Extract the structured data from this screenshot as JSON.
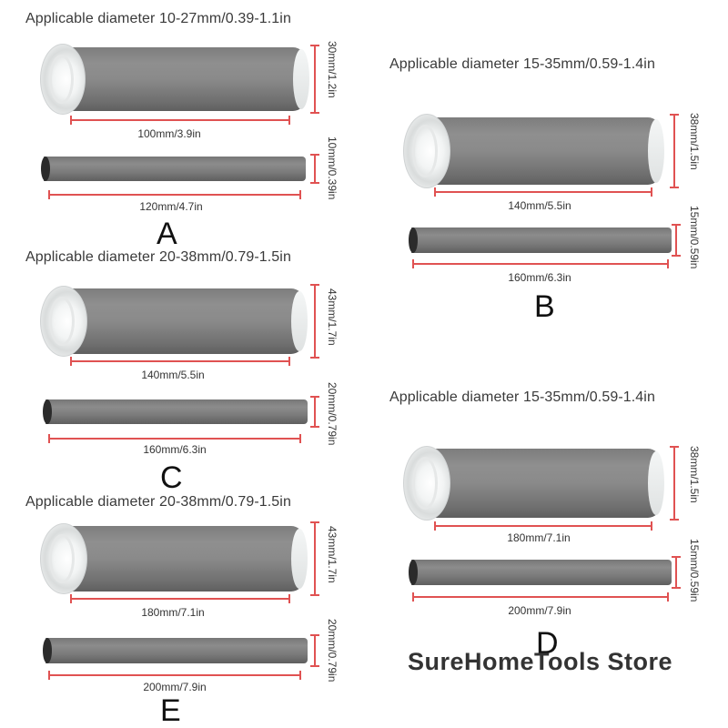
{
  "store_name": "SureHomeTools Store",
  "colors": {
    "dimension_line": "#e05252",
    "sleeve_gray": "#8a8a8a",
    "cap_white": "#f2f4f4"
  },
  "options": [
    {
      "letter": "A",
      "applicable_diameter": "Applicable diameter 10-27mm/0.39-1.1in",
      "tube": {
        "length": "100mm/3.9in",
        "diameter": "30mm/1.2in"
      },
      "rod": {
        "length": "120mm/4.7in",
        "diameter": "10mm/0.39in"
      }
    },
    {
      "letter": "B",
      "applicable_diameter": "Applicable diameter 15-35mm/0.59-1.4in",
      "tube": {
        "length": "140mm/5.5in",
        "diameter": "38mm/1.5in"
      },
      "rod": {
        "length": "160mm/6.3in",
        "diameter": "15mm/0.59in"
      }
    },
    {
      "letter": "C",
      "applicable_diameter": "Applicable diameter 20-38mm/0.79-1.5in",
      "tube": {
        "length": "140mm/5.5in",
        "diameter": "43mm/1.7in"
      },
      "rod": {
        "length": "160mm/6.3in",
        "diameter": "20mm/0.79in"
      }
    },
    {
      "letter": "D",
      "applicable_diameter": "Applicable diameter 15-35mm/0.59-1.4in",
      "tube": {
        "length": "180mm/7.1in",
        "diameter": "38mm/1.5in"
      },
      "rod": {
        "length": "200mm/7.9in",
        "diameter": "15mm/0.59in"
      }
    },
    {
      "letter": "E",
      "applicable_diameter": "Applicable diameter 20-38mm/0.79-1.5in",
      "tube": {
        "length": "180mm/7.1in",
        "diameter": "43mm/1.7in"
      },
      "rod": {
        "length": "200mm/7.9in",
        "diameter": "20mm/0.79in"
      }
    }
  ]
}
